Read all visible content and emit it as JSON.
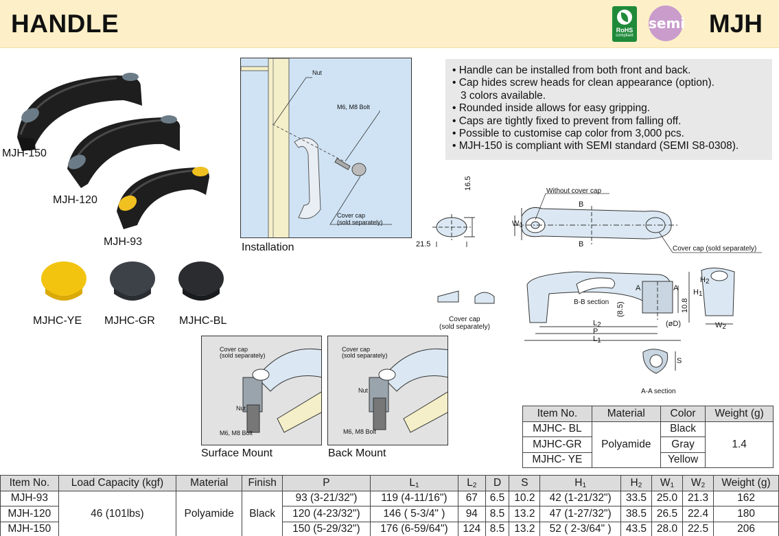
{
  "header": {
    "title": "HANDLE",
    "code": "MJH",
    "rohs_text": "RoHS",
    "rohs_sub": "compliant",
    "semi_text": "semi",
    "colors": {
      "band": "#fdf0c8",
      "rohs": "#1f8a3a",
      "semi": "#c99ccc"
    }
  },
  "handles": {
    "labels": [
      "MJH-150",
      "MJH-120",
      "MJH-93"
    ],
    "body_color": "#1e1e1e",
    "cap_colors": [
      "#6b7c88",
      "#6b7c88",
      "#f0c020"
    ]
  },
  "caps": {
    "labels": [
      "MJHC-YE",
      "MJHC-GR",
      "MJHC-BL"
    ],
    "colors": [
      "#f2c40f",
      "#3d4148",
      "#2b2c2f"
    ]
  },
  "installation": {
    "caption": "Installation",
    "nut": "Nut",
    "bolt": "M6, M8 Bolt",
    "cover_cap_1": "Cover cap",
    "cover_cap_2": "(sold separately)"
  },
  "features": [
    "• Handle can be installed from both front and back.",
    "• Cap hides screw heads for clean appearance (option).",
    "  3 colors available.",
    "• Rounded inside allows for easy gripping.",
    "• Caps are tightly fixed to prevent from falling off.",
    "• Possible to customise cap color from 3,000 pcs.",
    "• MJH-150 is compliant with SEMI standard (SEMI S8-0308)."
  ],
  "drawing": {
    "dim_165": "16.5",
    "dim_215": "21.5",
    "without_cap": "Without cover cap",
    "b": "B",
    "w1": "W",
    "w1_sub": "1",
    "cover_cap_right": "Cover cap (sold separately)",
    "a": "A",
    "bb_section": "B-B section",
    "dim_85": "(8.5)",
    "dim_108": "10.8",
    "h1": "H",
    "h1_sub": "1",
    "h2": "H",
    "h2_sub": "2",
    "l2": "L",
    "l2_sub": "2",
    "p": "P",
    "l1": "L",
    "l1_sub": "1",
    "od": "(øD)",
    "w2": "W",
    "w2_sub": "2",
    "s": "S",
    "aa_section": "A-A section",
    "cover_cap_small_1": "Cover cap",
    "cover_cap_small_2": "(sold separately)"
  },
  "surface_mount": {
    "caption": "Surface Mount",
    "cover_cap_1": "Cover cap",
    "cover_cap_2": "(sold separately)",
    "nut": "Nut",
    "bolt": "M6, M8 Bolt"
  },
  "back_mount": {
    "caption": "Back Mount",
    "cover_cap_1": "Cover cap",
    "cover_cap_2": "(sold separately)",
    "nut": "Nut",
    "bolt": "M6, M8 Bolt"
  },
  "cap_table": {
    "headers": [
      "Item No.",
      "Material",
      "Color",
      "Weight (g)"
    ],
    "items": [
      "MJHC- BL",
      "MJHC-GR",
      "MJHC- YE"
    ],
    "material": "Polyamide",
    "colors": [
      "Black",
      "Gray",
      "Yellow"
    ],
    "weight": "1.4"
  },
  "main_table": {
    "headers": {
      "item": "Item No.",
      "load": "Load Capacity (kgf)",
      "material": "Material",
      "finish": "Finish",
      "p": "P",
      "l1": "L",
      "l1_sub": "1",
      "l2": "L",
      "l2_sub": "2",
      "d": "D",
      "s": "S",
      "h1": "H",
      "h1_sub": "1",
      "h2": "H",
      "h2_sub": "2",
      "w1": "W",
      "w1_sub": "1",
      "w2": "W",
      "w2_sub": "2",
      "weight": "Weight (g)"
    },
    "load": "46 (101lbs)",
    "material": "Polyamide",
    "finish": "Black",
    "rows": [
      {
        "item": "MJH-93",
        "p": "93 (3-21/32\")",
        "l1": "119 (4-11/16\")",
        "l2": "67",
        "d": "6.5",
        "s": "10.2",
        "h1": "42 (1-21/32\")",
        "h2": "33.5",
        "w1": "25.0",
        "w2": "21.3",
        "weight": "162"
      },
      {
        "item": "MJH-120",
        "p": "120 (4-23/32\")",
        "l1": "146 (  5-3/4\"  )",
        "l2": "94",
        "d": "8.5",
        "s": "13.2",
        "h1": "47 (1-27/32\")",
        "h2": "38.5",
        "w1": "26.5",
        "w2": "22.4",
        "weight": "180"
      },
      {
        "item": "MJH-150",
        "p": "150 (5-29/32\")",
        "l1": "176 (6-59/64\")",
        "l2": "124",
        "d": "8.5",
        "s": "13.2",
        "h1": "52 ( 2-3/64\" )",
        "h2": "43.5",
        "w1": "28.0",
        "w2": "22.5",
        "weight": "206"
      }
    ]
  }
}
